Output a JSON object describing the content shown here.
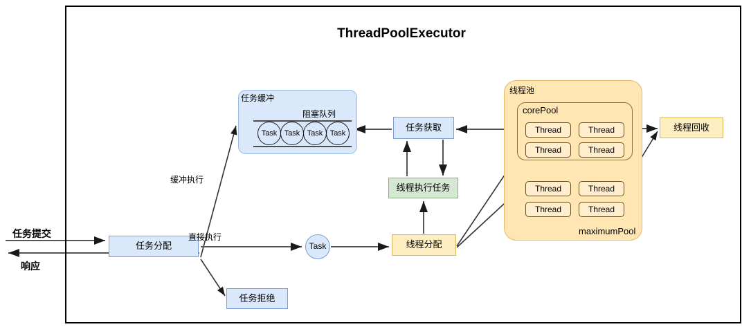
{
  "diagram": {
    "title": "ThreadPoolExecutor",
    "frame_color": "#000000",
    "background": "#ffffff"
  },
  "task_buffer": {
    "label": "任务缓冲",
    "queue_label": "阻塞队列",
    "fill": "#dae8fc",
    "stroke": "#9ab7e0",
    "tasks": [
      {
        "label": "Task"
      },
      {
        "label": "Task"
      },
      {
        "label": "Task"
      },
      {
        "label": "Task"
      }
    ]
  },
  "thread_pool": {
    "label": "线程池",
    "fill": "#ffe6b3",
    "stroke": "#e0b96a",
    "core_pool": {
      "label": "corePool",
      "threads": [
        {
          "label": "Thread"
        },
        {
          "label": "Thread"
        },
        {
          "label": "Thread"
        },
        {
          "label": "Thread"
        }
      ]
    },
    "maximum_pool": {
      "label": "maximumPool",
      "threads": [
        {
          "label": "Thread"
        },
        {
          "label": "Thread"
        },
        {
          "label": "Thread"
        },
        {
          "label": "Thread"
        }
      ]
    }
  },
  "nodes": {
    "task_fetch": {
      "label": "任务获取",
      "fill": "#dae8fc",
      "stroke": "#7a9fd4"
    },
    "thread_exec_task": {
      "label": "线程执行任务",
      "fill": "#d5e8d4",
      "stroke": "#86ac7f"
    },
    "task_dispatch": {
      "label": "任务分配",
      "fill": "#dae8fc",
      "stroke": "#7a9fd4"
    },
    "task_reject": {
      "label": "任务拒绝",
      "fill": "#dae8fc",
      "stroke": "#7a9fd4"
    },
    "thread_alloc": {
      "label": "线程分配",
      "fill": "#ffeec2",
      "stroke": "#d6b656"
    },
    "thread_recycle": {
      "label": "线程回收",
      "fill": "#ffeec2",
      "stroke": "#d6b656"
    },
    "task_circle": {
      "label": "Task",
      "fill": "#dae8fc",
      "stroke": "#7a9fd4"
    }
  },
  "edge_labels": {
    "task_submit": "任务提交",
    "response": "响应",
    "buffered_exec": "缓冲执行",
    "direct_exec": "直接执行"
  }
}
